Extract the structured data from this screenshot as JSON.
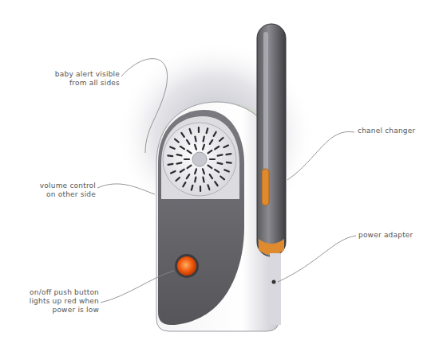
{
  "diagram": {
    "labels": [
      "baby alert visible from all sides",
      "volume control on other side",
      "on/off push button lights up red when power is low",
      "chanel changer",
      "power adapter"
    ]
  }
}
